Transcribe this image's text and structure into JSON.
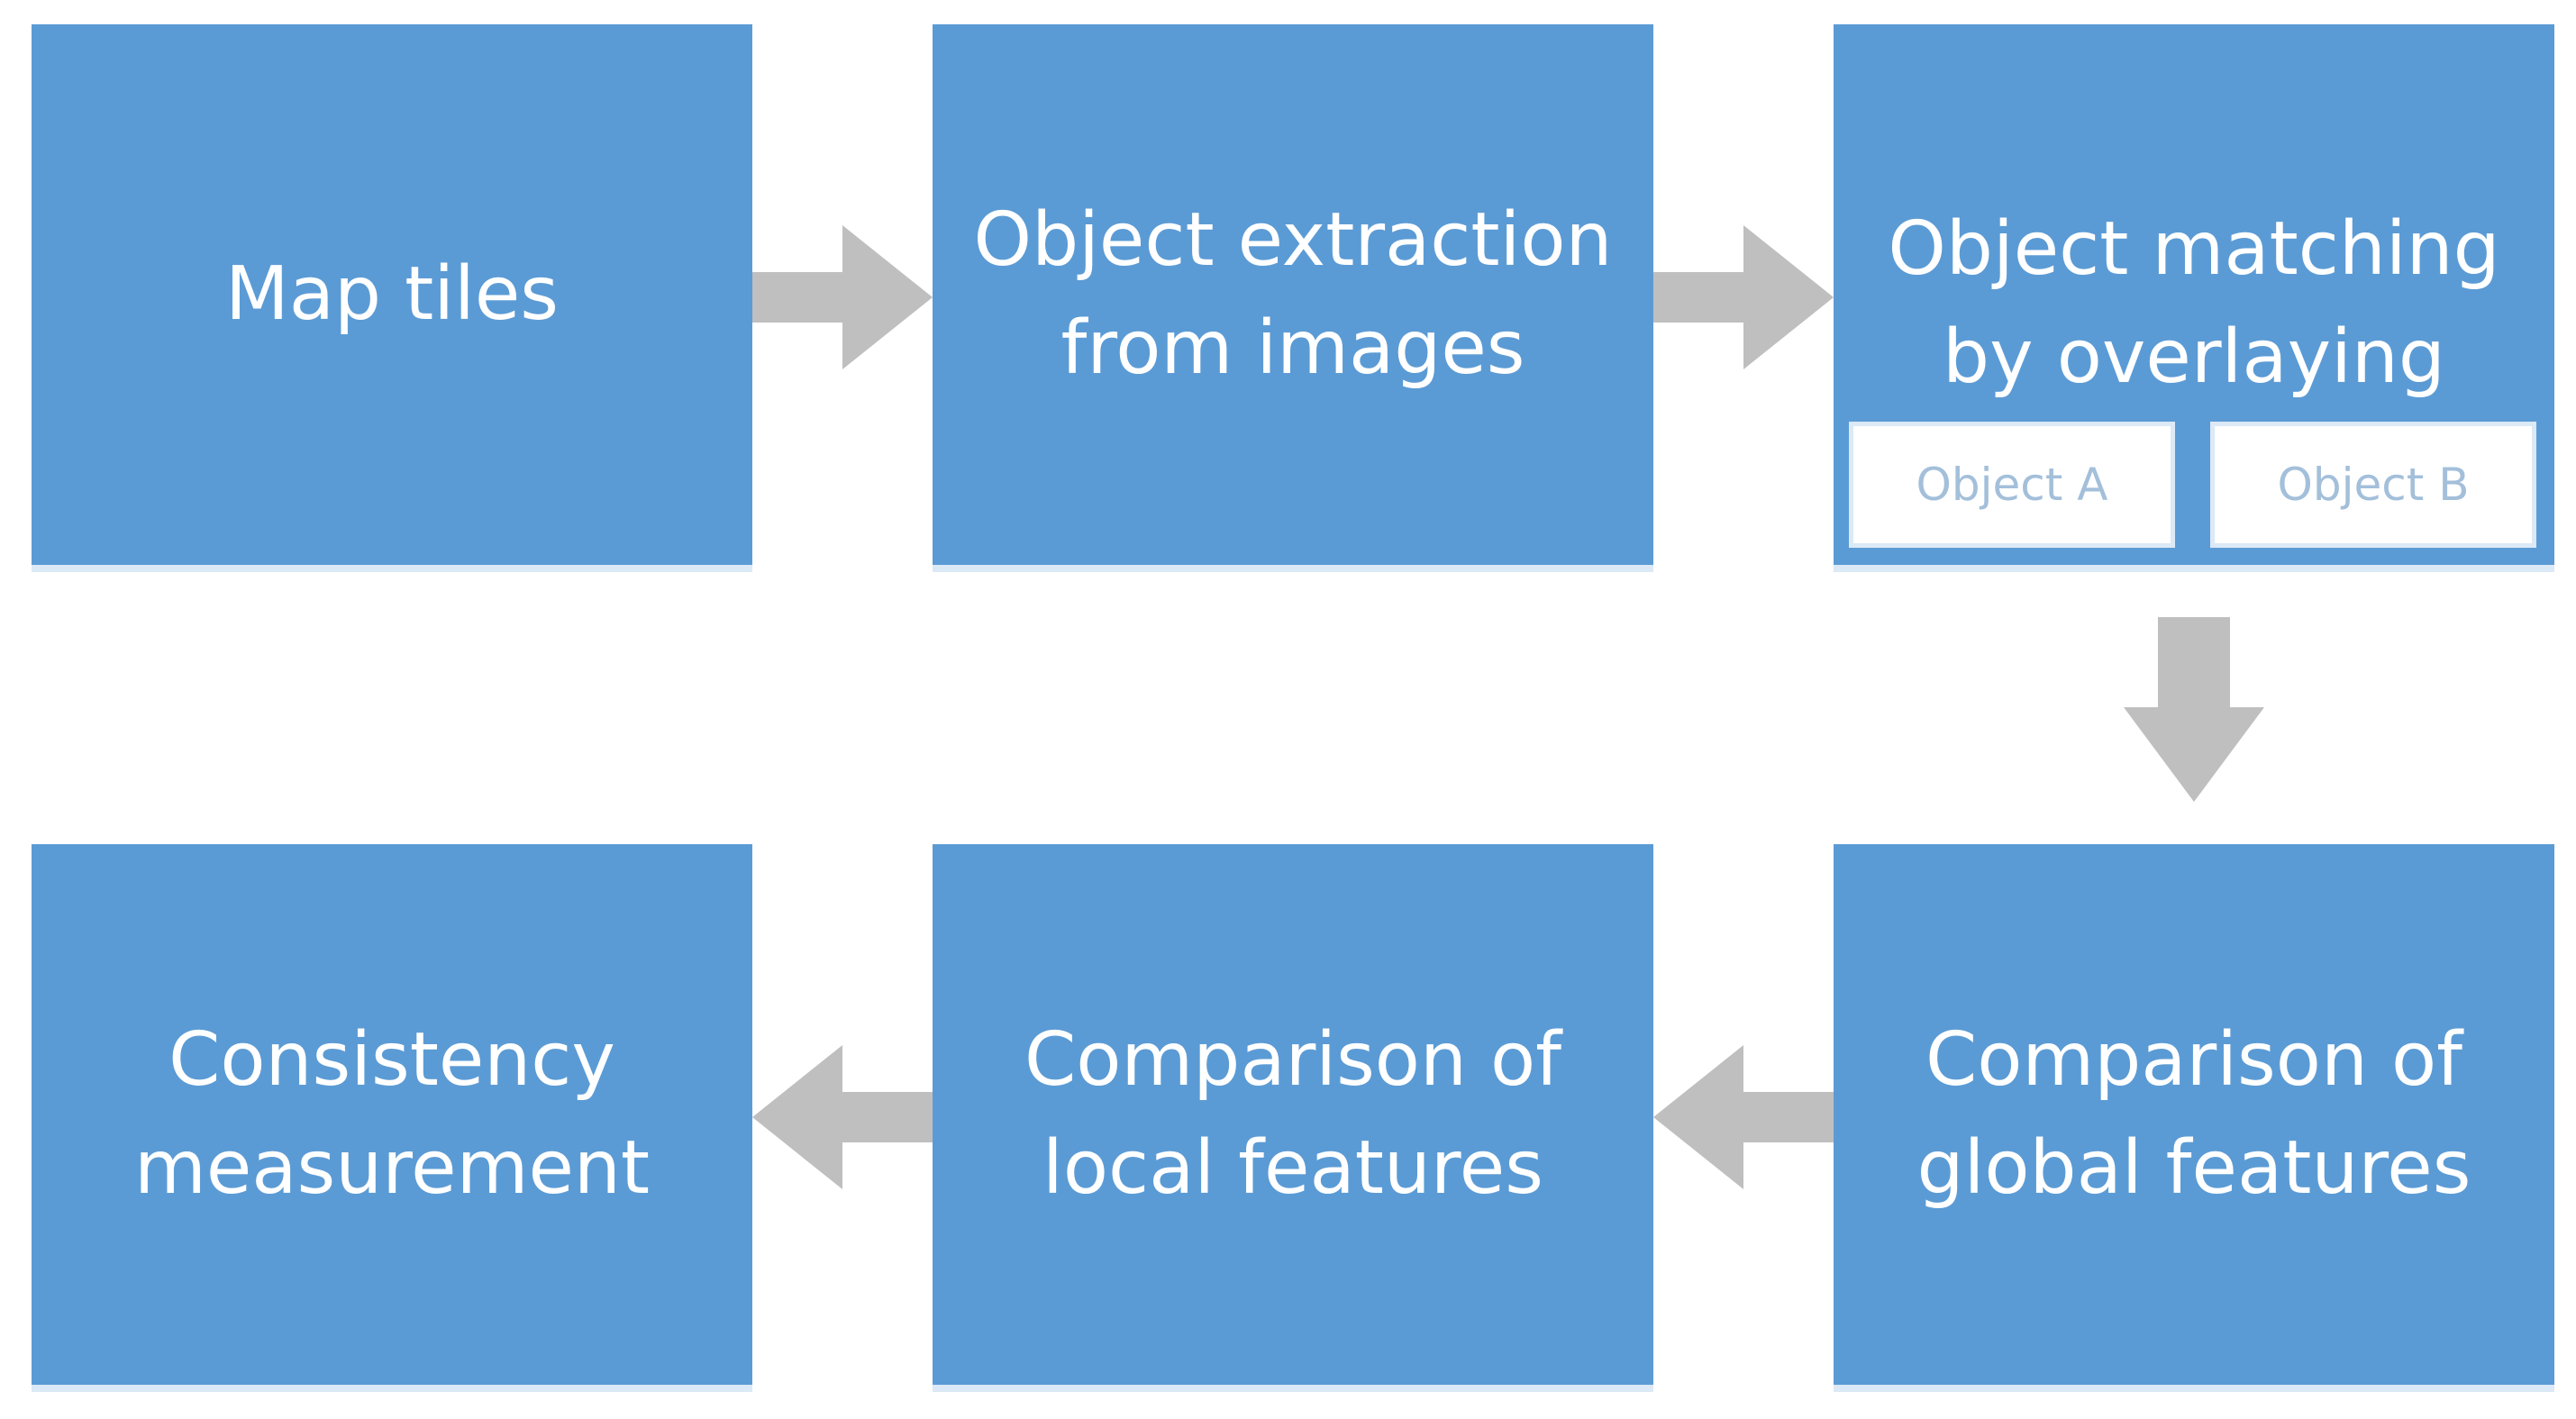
{
  "diagram": {
    "colors": {
      "box_fill": "#5b9bd5",
      "box_text": "#ffffff",
      "box_shadow": "#dce9f6",
      "arrow_fill": "#bfbfbf",
      "sub_box_fill": "#ffffff",
      "sub_box_text": "#a3bfda"
    },
    "nodes": [
      {
        "id": "map-tiles",
        "label": "Map tiles"
      },
      {
        "id": "object-extraction",
        "label": "Object extraction\nfrom images"
      },
      {
        "id": "object-matching",
        "label": "Object matching\nby overlaying",
        "children": [
          "Object A",
          "Object B"
        ]
      },
      {
        "id": "global-features",
        "label": "Comparison of\nglobal features"
      },
      {
        "id": "local-features",
        "label": "Comparison of\nlocal features"
      },
      {
        "id": "consistency",
        "label": "Consistency\nmeasurement"
      }
    ],
    "edges": [
      {
        "from": "map-tiles",
        "to": "object-extraction",
        "direction": "right"
      },
      {
        "from": "object-extraction",
        "to": "object-matching",
        "direction": "right"
      },
      {
        "from": "object-matching",
        "to": "global-features",
        "direction": "down"
      },
      {
        "from": "global-features",
        "to": "local-features",
        "direction": "left"
      },
      {
        "from": "local-features",
        "to": "consistency",
        "direction": "left"
      }
    ]
  }
}
